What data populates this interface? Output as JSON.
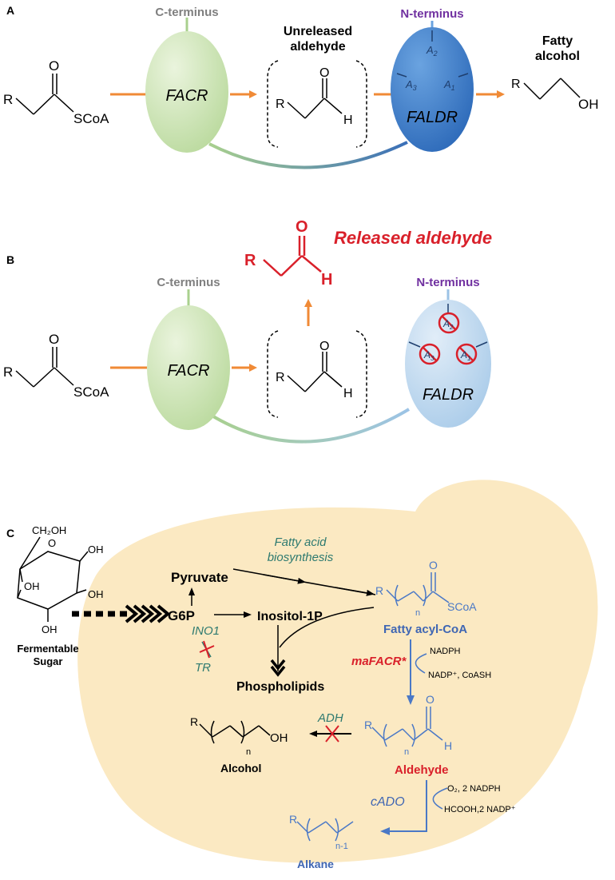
{
  "panelA": {
    "label": "A",
    "c_terminus": "C-terminus",
    "n_terminus": "N-terminus",
    "facr": "FACR",
    "faldr": "FALDR",
    "unreleased_line1": "Unreleased",
    "unreleased_line2": "aldehyde",
    "fatty_line1": "Fatty",
    "fatty_line2": "alcohol",
    "r": "R",
    "o": "O",
    "scoa": "SCoA",
    "h": "H",
    "oh": "OH",
    "a_base": "A",
    "a1": "1",
    "a2": "2",
    "a3": "3"
  },
  "panelB": {
    "label": "B",
    "c_terminus": "C-terminus",
    "n_terminus": "N-terminus",
    "facr": "FACR",
    "faldr": "FALDR",
    "released": "Released aldehyde",
    "r": "R",
    "o": "O",
    "scoa": "SCoA",
    "h": "H",
    "a_base": "A",
    "a1": "1",
    "a2": "2",
    "a3": "3"
  },
  "panelC": {
    "label": "C",
    "fermentable": "Fermentable",
    "sugar": "Sugar",
    "ch2oh": "CH₂OH",
    "oh": "OH",
    "o": "O",
    "pyruvate": "Pyruvate",
    "g6p": "G6P",
    "inositol": "Inositol-1P",
    "ino1": "INO1",
    "tr": "TR",
    "phospholipids": "Phospholipids",
    "fatty_acid_line1": "Fatty acid",
    "fatty_acid_line2": "biosynthesis",
    "fatty_acyl_coa": "Fatty acyl-CoA",
    "scoa": "SCoA",
    "r": "R",
    "n": "n",
    "n_minus_1": "n-1",
    "mafacr": "maFACR*",
    "nadph": "NADPH",
    "nadp_coash": "NADP⁺, CoASH",
    "aldehyde": "Aldehyde",
    "h": "H",
    "adh": "ADH",
    "alcohol": "Alcohol",
    "cado": "cADO",
    "o2_nadph": "O₂, 2 NADPH",
    "hcooh_nadp": "HCOOH,2 NADP⁺",
    "alkane": "Alkane"
  },
  "colors": {
    "orange": "#f08a36",
    "green_light": "#d9ebc6",
    "green_dark": "#a9d08e",
    "blue_dark": "#3a7bc8",
    "blue_light": "#c5dcf0",
    "cell_bg": "#fbe9c2",
    "chem_blue": "#4a78c6",
    "label_red": "#d9202a",
    "teal": "#2e7a70",
    "purple": "#7030a0",
    "gray": "#7f7f7f"
  }
}
